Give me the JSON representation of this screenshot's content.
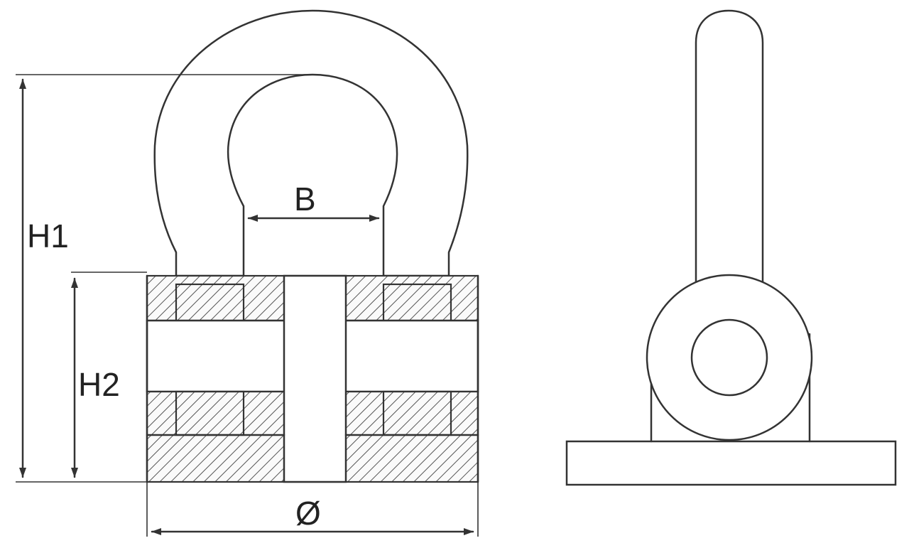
{
  "dimensions": {
    "h1": "H1",
    "h2": "H2",
    "b": "B",
    "diameter": "Ø"
  },
  "colors": {
    "line": "#333333",
    "background": "#ffffff"
  }
}
